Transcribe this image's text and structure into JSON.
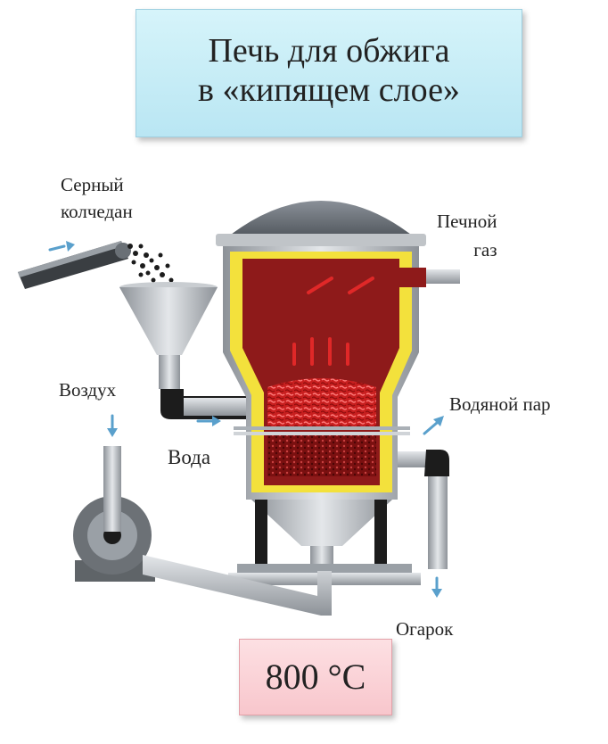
{
  "title": {
    "line1": "Печь для обжига",
    "line2": "в «кипящем слое»"
  },
  "labels": {
    "pyrite_line1": "Серный",
    "pyrite_line2": "колчедан",
    "furnace_gas_line1": "Печной",
    "furnace_gas_line2": "газ",
    "air": "Воздух",
    "steam": "Водяной пар",
    "water": "Вода",
    "cinder": "Огарок"
  },
  "temperature": "800 °C",
  "colors": {
    "chamber": "#8e1a1a",
    "lining": "#f3e13c",
    "dome": "#6a7078",
    "steel": "#b8bcc2",
    "arrow": "#5aa0cc",
    "flame": "#e02828"
  }
}
